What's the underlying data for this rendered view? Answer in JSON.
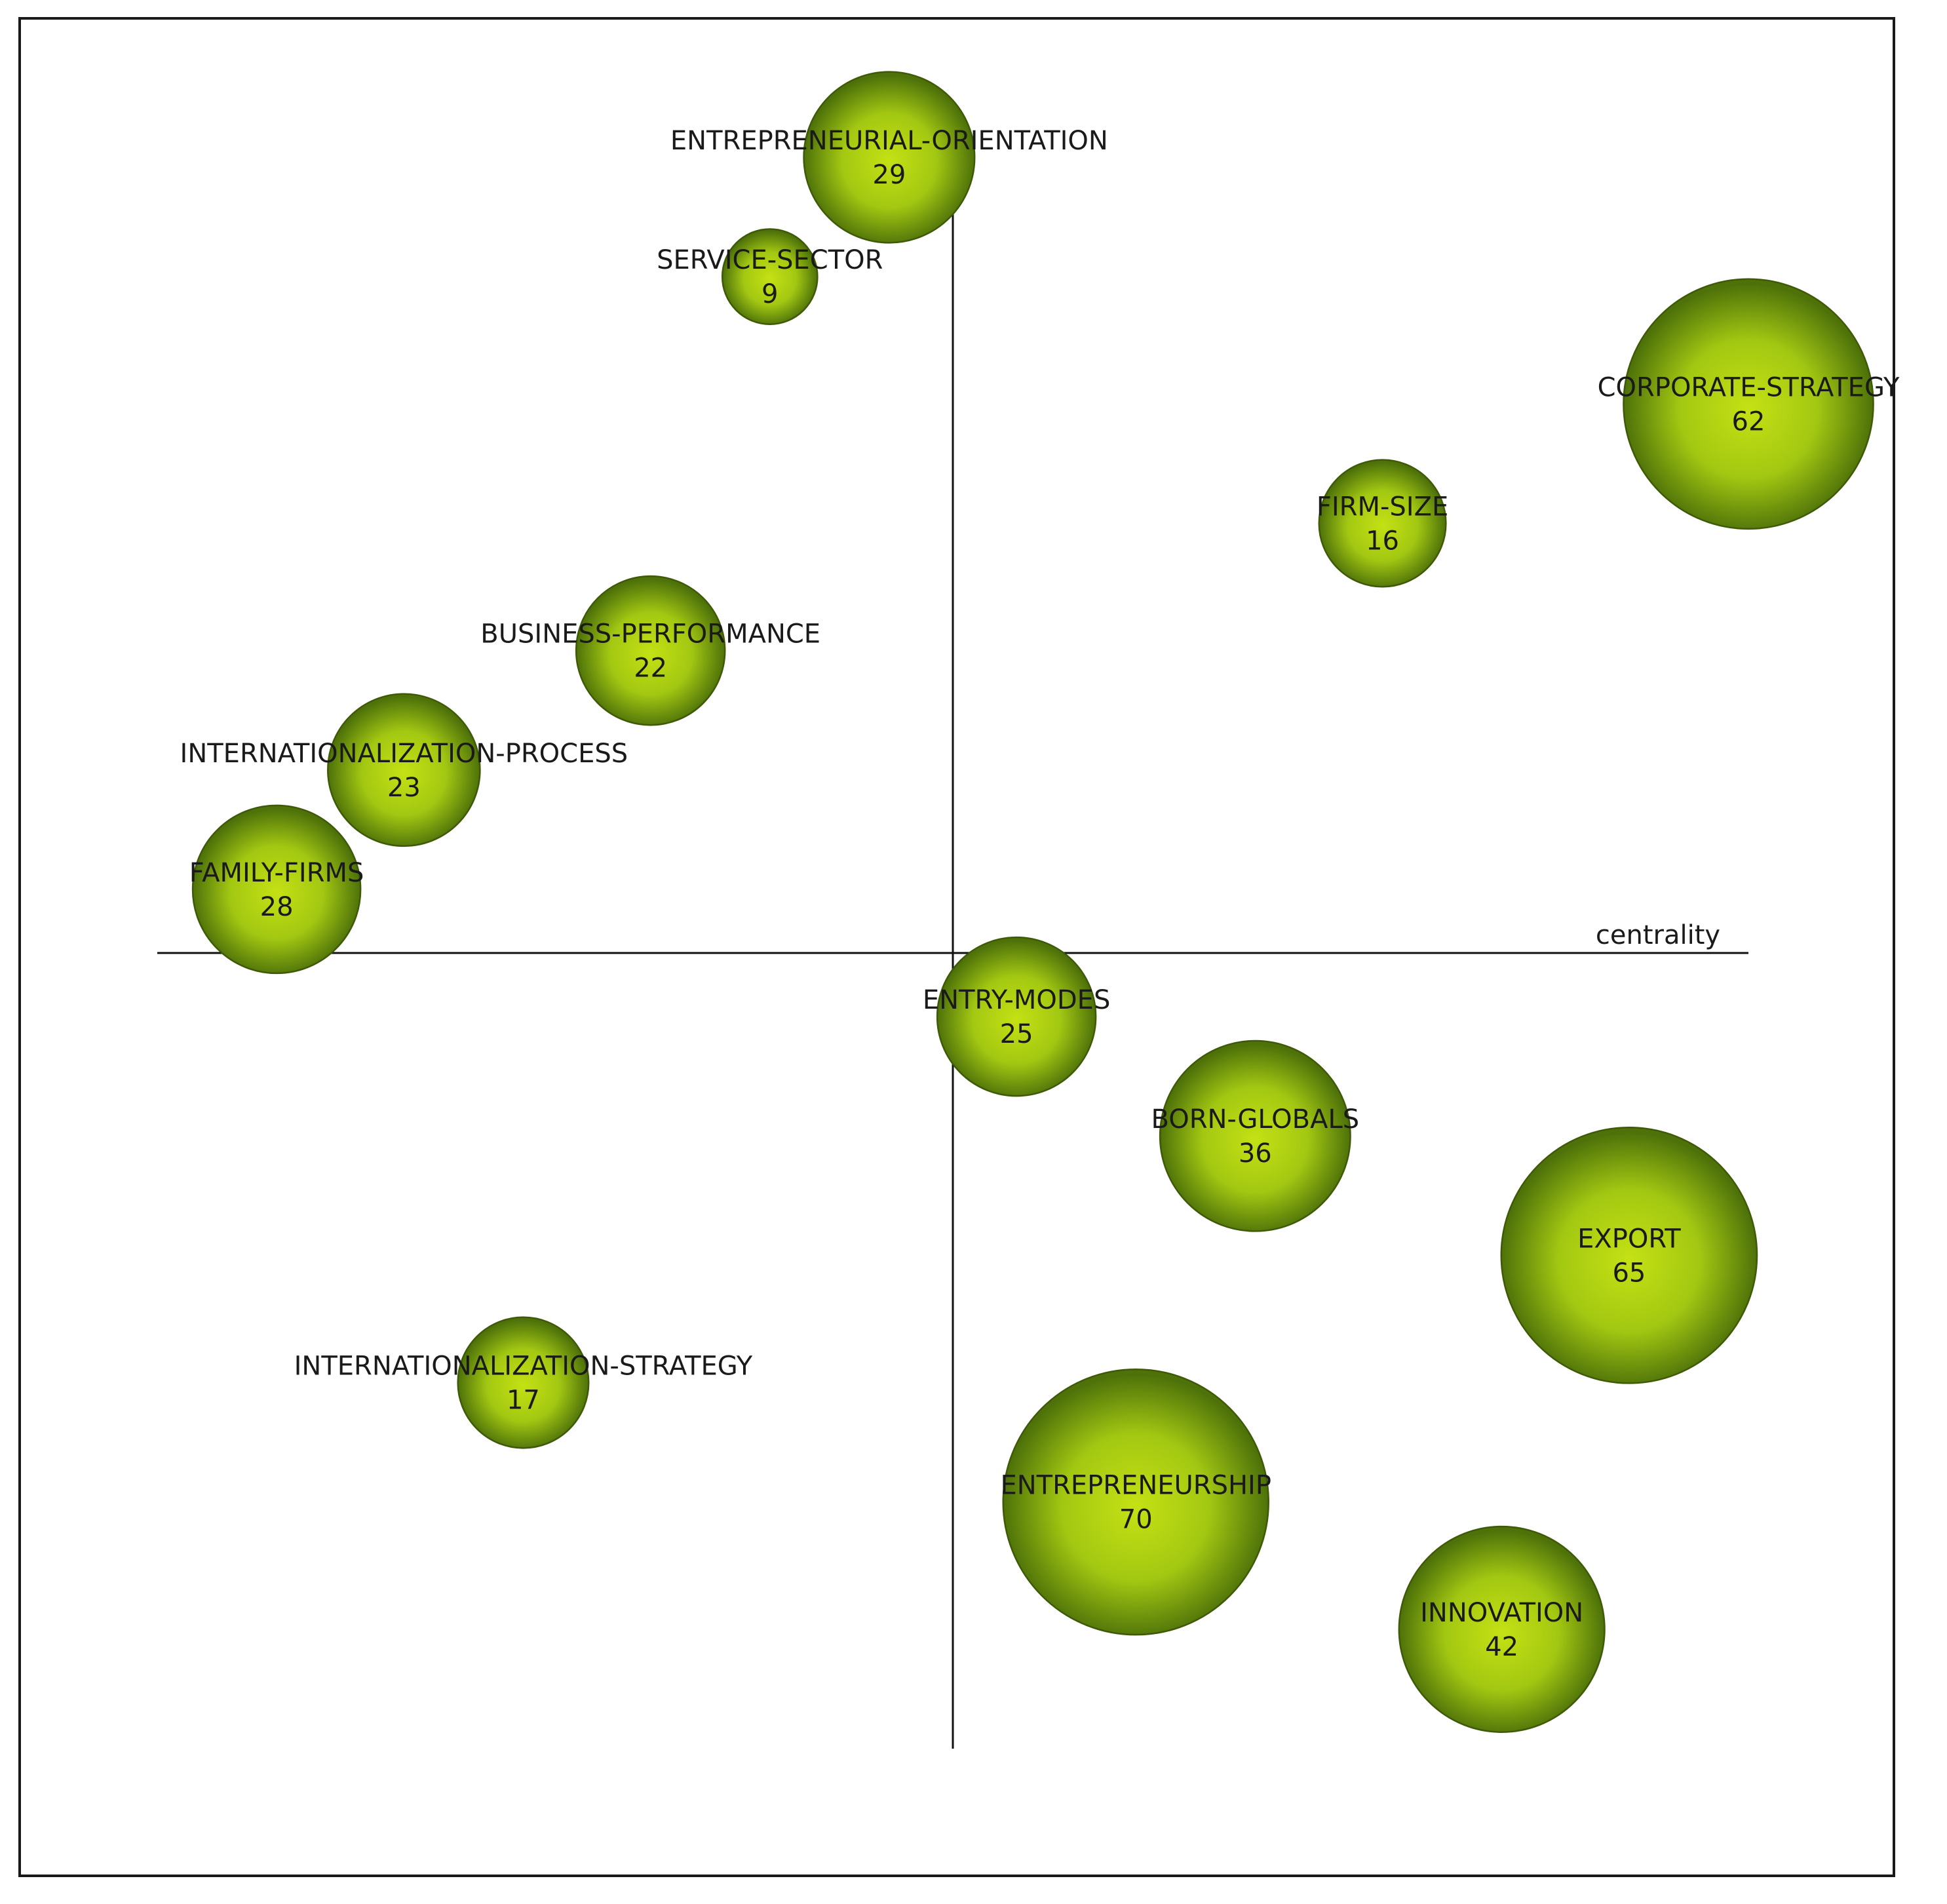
{
  "chart_data": {
    "type": "scatter",
    "subtype": "bubble",
    "xlabel": "centrality",
    "ylabel": "",
    "grid": false,
    "colors": {
      "bubble_center": "#c5e114",
      "bubble_edge": "#4e7209",
      "axis": "#111111"
    },
    "points": [
      {
        "label": "ENTREPRENEURIAL-ORIENTATION",
        "count": 29,
        "x": -0.08,
        "y": 1.0,
        "size": 29
      },
      {
        "label": "SERVICE-SECTOR",
        "count": 9,
        "x": -0.23,
        "y": 0.85,
        "size": 9
      },
      {
        "label": "CORPORATE-STRATEGY",
        "count": 62,
        "x": 1.0,
        "y": 0.69,
        "size": 62
      },
      {
        "label": "FIRM-SIZE",
        "count": 16,
        "x": 0.54,
        "y": 0.54,
        "size": 16
      },
      {
        "label": "BUSINESS-PERFORMANCE",
        "count": 22,
        "x": -0.38,
        "y": 0.38,
        "size": 22
      },
      {
        "label": "INTERNATIONALIZATION-PROCESS",
        "count": 23,
        "x": -0.69,
        "y": 0.23,
        "size": 23
      },
      {
        "label": "FAMILY-FIRMS",
        "count": 28,
        "x": -0.85,
        "y": 0.08,
        "size": 28
      },
      {
        "label": "ENTRY-MODES",
        "count": 25,
        "x": 0.08,
        "y": -0.08,
        "size": 25
      },
      {
        "label": "BORN-GLOBALS",
        "count": 36,
        "x": 0.38,
        "y": -0.23,
        "size": 36
      },
      {
        "label": "EXPORT",
        "count": 65,
        "x": 0.85,
        "y": -0.38,
        "size": 65
      },
      {
        "label": "INTERNATIONALIZATION-STRATEGY",
        "count": 17,
        "x": -0.54,
        "y": -0.54,
        "size": 17
      },
      {
        "label": "ENTREPRENEURSHIP",
        "count": 70,
        "x": 0.23,
        "y": -0.69,
        "size": 70
      },
      {
        "label": "INNOVATION",
        "count": 42,
        "x": 0.69,
        "y": -0.85,
        "size": 42
      }
    ],
    "xlim": [
      -1,
      1
    ],
    "ylim": [
      -1,
      1
    ]
  }
}
